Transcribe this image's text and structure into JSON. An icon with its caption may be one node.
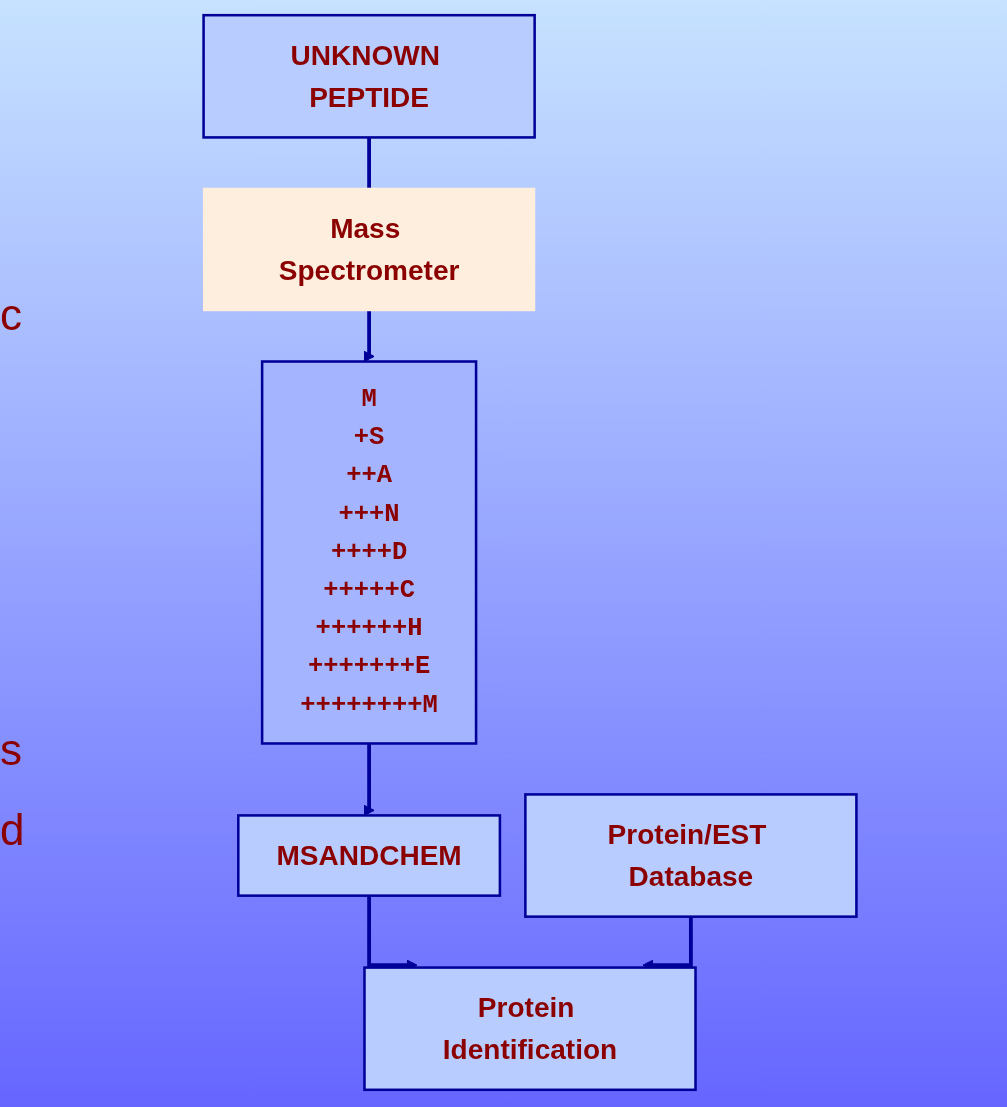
{
  "diagram": {
    "nodes": [
      {
        "text": [
          "UNKNOWN PEPTIDE"
        ]
      },
      {
        "text": [
          "Mass Spectrometer"
        ]
      },
      {
        "text": [
          "M",
          "+S",
          "++A",
          "+++N",
          "++++D",
          "+++++C",
          "++++++H",
          "+++++++E",
          "++++++++M"
        ]
      },
      {
        "text": [
          "MSANDCHEM"
        ]
      },
      {
        "text": [
          "Protein/EST Database"
        ]
      },
      {
        "text": [
          "Protein Identification"
        ]
      }
    ],
    "edges": [
      {
        "from": 0,
        "to": 1,
        "arrow": "none"
      },
      {
        "from": 1,
        "to": 2,
        "arrow": "to"
      },
      {
        "from": 2,
        "to": 3,
        "arrow": "to"
      },
      {
        "from": 3,
        "to": 5,
        "arrow": "to"
      },
      {
        "from": 4,
        "to": 5,
        "arrow": "to"
      }
    ],
    "labels": [
      "c",
      "s",
      "d"
    ]
  }
}
